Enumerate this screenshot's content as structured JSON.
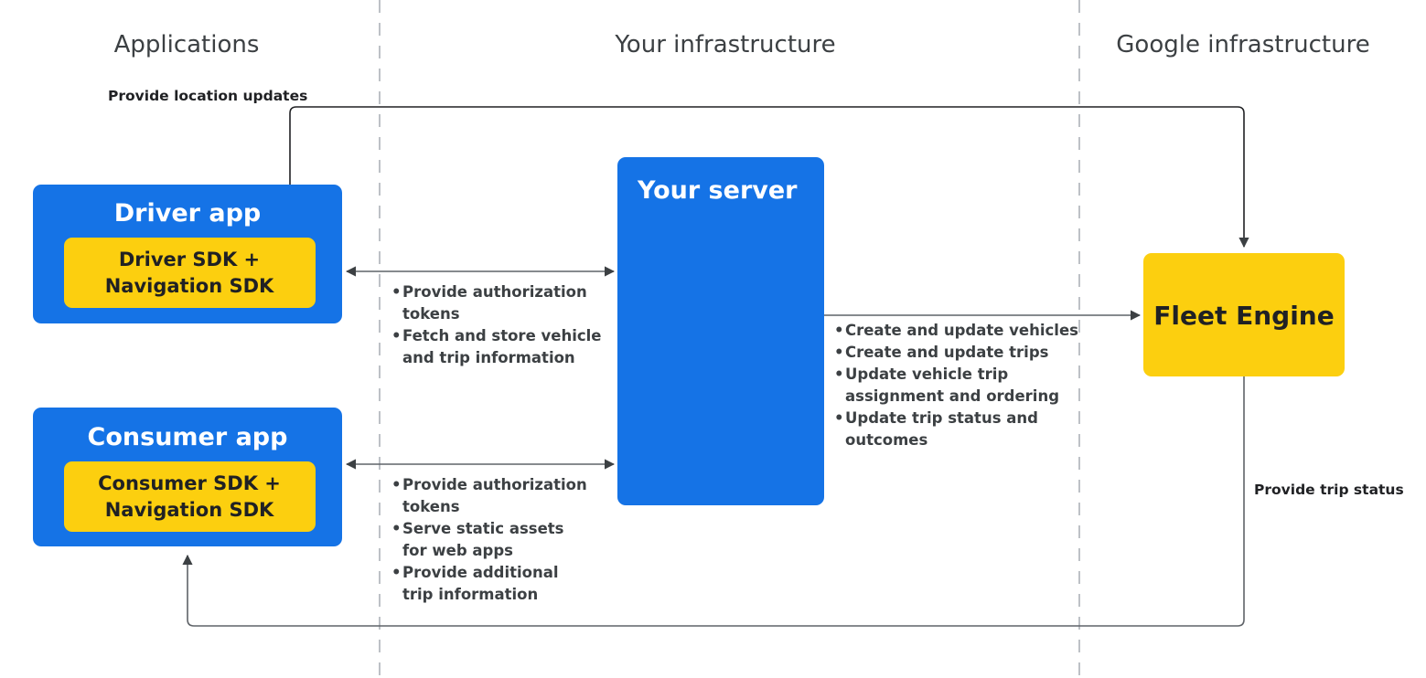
{
  "columns": [
    {
      "label": "Applications"
    },
    {
      "label": "Your infrastructure"
    },
    {
      "label": "Google infrastructure"
    }
  ],
  "nodes": {
    "driver_app": {
      "title": "Driver app",
      "sdk": [
        "Driver SDK +",
        "Navigation SDK"
      ]
    },
    "consumer_app": {
      "title": "Consumer app",
      "sdk": [
        "Consumer SDK +",
        "Navigation SDK"
      ]
    },
    "your_server": {
      "title": "Your server"
    },
    "fleet_engine": {
      "title": "Fleet Engine"
    }
  },
  "edges": {
    "location_updates": {
      "label": "Provide location updates"
    },
    "trip_status": {
      "label": "Provide trip status"
    },
    "driver_to_server": {
      "bullets": [
        [
          "Provide authorization",
          "tokens"
        ],
        [
          "Fetch and store vehicle",
          "and trip information"
        ]
      ]
    },
    "consumer_to_server": {
      "bullets": [
        [
          "Provide authorization",
          "tokens"
        ],
        [
          "Serve static assets",
          "for web apps"
        ],
        [
          "Provide additional",
          "trip information"
        ]
      ]
    },
    "server_to_fleet": {
      "bullets": [
        [
          "Create and update vehicles"
        ],
        [
          "Create and update trips"
        ],
        [
          "Update vehicle trip",
          "assignment and ordering"
        ],
        [
          "Update trip status and",
          "outcomes"
        ]
      ]
    }
  },
  "colors": {
    "blue": "#1573E6",
    "yellow": "#FCCF0F",
    "line": "#5f6368",
    "divider": "#bdc1c6",
    "header_text": "#3c4043",
    "body_text": "#202124"
  }
}
